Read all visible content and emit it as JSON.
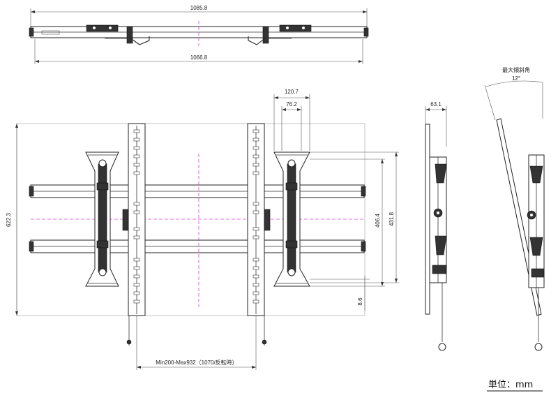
{
  "dimensions": {
    "top_overall_width": "1085.8",
    "top_rail_width": "1066.8",
    "front_height": "622.3",
    "arm_offset": "120.7",
    "arm_inner": "76.2",
    "rail_spacing_outer": "431.8",
    "rail_spacing_inner": "406.4",
    "bottom_offset": "8.6",
    "vesa_range": "Min200-Max932（1070/反転時）",
    "side_depth": "63.1",
    "tilt_label": "最大傾斜角",
    "tilt_angle": "12°"
  },
  "unit_label": "単位：mm"
}
